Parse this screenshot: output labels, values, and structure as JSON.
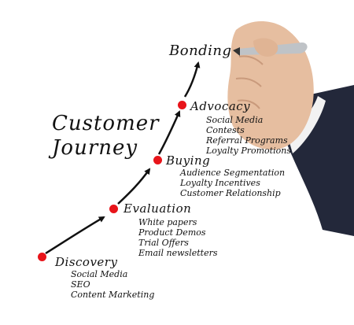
{
  "title_line1": "Customer",
  "title_line2": "Journey",
  "top_label": "Bonding",
  "colors": {
    "dot": "#e8141a",
    "ink": "#111111",
    "sleeve": "#23283a",
    "skin": "#e6bea0",
    "pen": "#bfc3c7"
  },
  "stages": [
    {
      "name": "Discovery",
      "items": [
        "Social Media",
        "SEO",
        "Content Marketing"
      ]
    },
    {
      "name": "Evaluation",
      "items": [
        "White papers",
        "Product Demos",
        "Trial Offers",
        "Email newsletters"
      ]
    },
    {
      "name": "Buying",
      "items": [
        "Audience Segmentation",
        "Loyalty Incentives",
        "Customer Relationship"
      ]
    },
    {
      "name": "Advocacy",
      "items": [
        "Social Media",
        "Contests",
        "Referral Programs",
        "Loyalty Promotions"
      ]
    }
  ]
}
